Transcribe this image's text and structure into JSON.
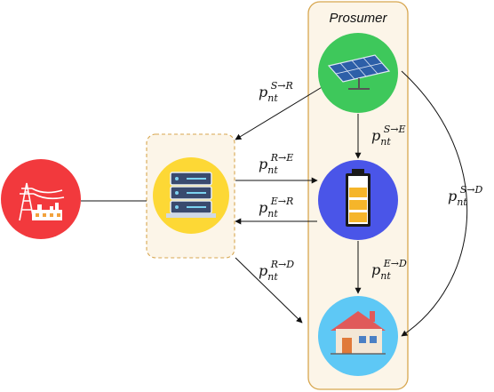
{
  "prosumer": {
    "title": "Prosumer"
  },
  "nodes": {
    "grid": "power-grid",
    "router": "server-rack",
    "solar": "solar-panel",
    "battery": "battery",
    "house": "house"
  },
  "labels": {
    "s_r": {
      "base": "p",
      "sub": "nt",
      "sup": "S→R"
    },
    "r_e": {
      "base": "p",
      "sub": "nt",
      "sup": "R→E"
    },
    "e_r": {
      "base": "p",
      "sub": "nt",
      "sup": "E→R"
    },
    "s_e": {
      "base": "p",
      "sub": "nt",
      "sup": "S→E"
    },
    "e_d": {
      "base": "p",
      "sub": "nt",
      "sup": "E→D"
    },
    "r_d": {
      "base": "p",
      "sub": "nt",
      "sup": "R→D"
    },
    "s_d": {
      "base": "p",
      "sub": "nt",
      "sup": "S→D"
    }
  },
  "colors": {
    "grid": "#f2393d",
    "router": "#fdd835",
    "solar": "#3ec85b",
    "battery": "#4a55e8",
    "house": "#5ec8f5",
    "prosumer_fill": "#fcf5e8",
    "prosumer_border": "#d7a64f"
  }
}
